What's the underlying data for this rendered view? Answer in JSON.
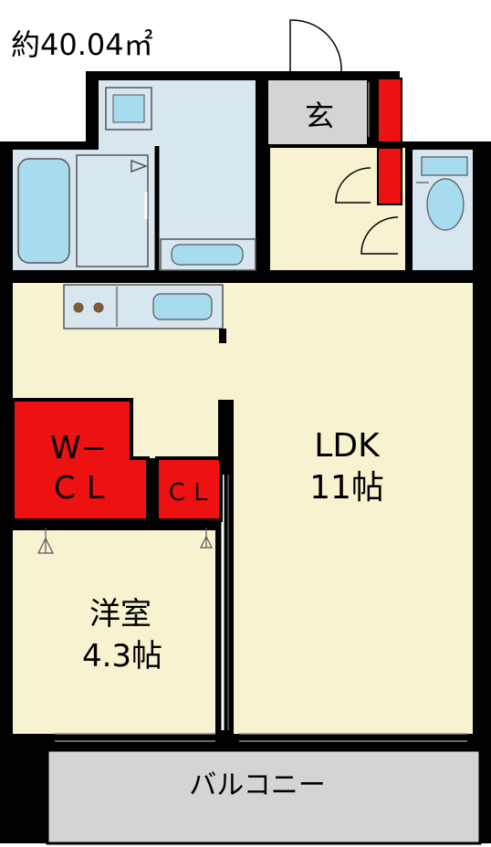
{
  "area": "約40.04㎡",
  "rooms": {
    "entrance": "玄",
    "ldk_name": "LDK",
    "ldk_size": "11帖",
    "western_name": "洋室",
    "western_size": "4.3帖",
    "wcl_line1": "W−",
    "wcl_line2": "ＣＬ",
    "cl": "ＣＬ",
    "balcony": "バルコニー"
  },
  "colors": {
    "wall": "#000000",
    "floor": "#f7f3d0",
    "wet": "#d8e6ef",
    "fixture": "#a6dcee",
    "closet": "#ee1111",
    "entrance_floor": "#d4d4d4",
    "balcony": "#d4d4d4"
  }
}
